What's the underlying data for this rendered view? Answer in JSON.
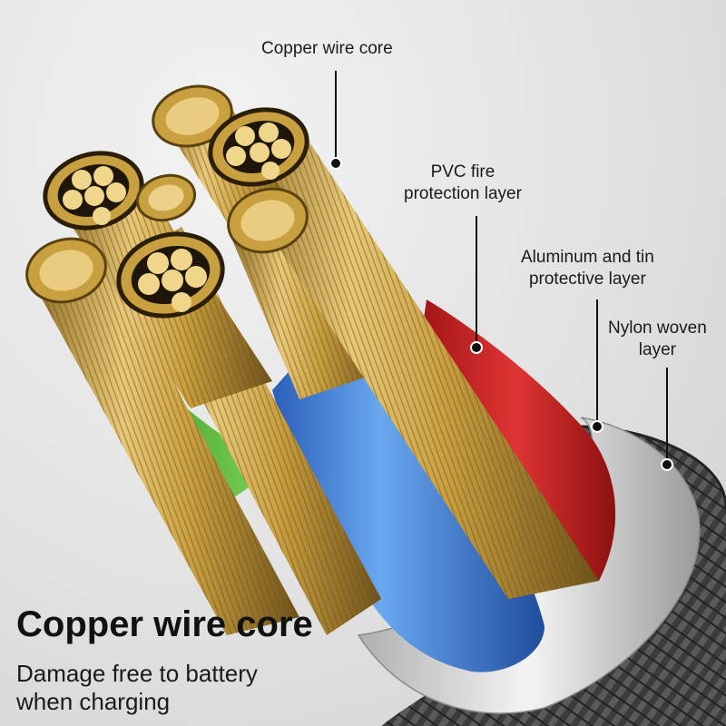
{
  "callouts": {
    "copper": "Copper wire core",
    "pvc_1": "PVC fire",
    "pvc_2": "protection layer",
    "aluminum_1": "Aluminum and tin",
    "aluminum_2": "protective layer",
    "nylon_1": "Nylon woven",
    "nylon_2": "layer"
  },
  "caption": {
    "headline": "Copper wire core",
    "line_1": "Damage free to battery",
    "line_2": "when charging"
  },
  "colors": {
    "copper": "#d4aa48",
    "copper_dark": "#8a6a22",
    "wire_blue": "#3f7fd8",
    "wire_red": "#cc2020",
    "wire_green": "#58b83a",
    "foil": "#d9d9d9",
    "nylon": "#3a3a3a"
  }
}
